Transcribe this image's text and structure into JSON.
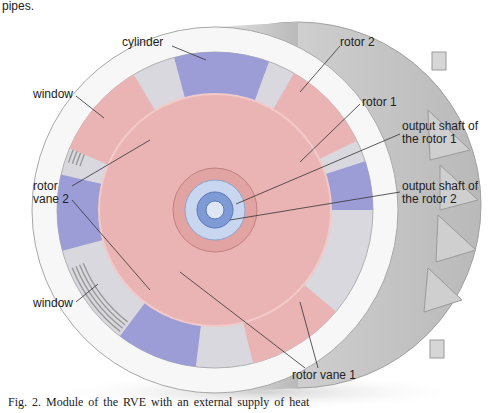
{
  "diagram": {
    "caption": "Fig. 2. Module of the RVE with an external supply of heat",
    "labels": [
      "pipes.",
      "cylinder",
      "window",
      "rotor vane 2",
      "window",
      "rotor 2",
      "rotor 1",
      "output shaft of the rotor 1",
      "output shaft of the rotor 2",
      "rotor vane 1"
    ]
  }
}
